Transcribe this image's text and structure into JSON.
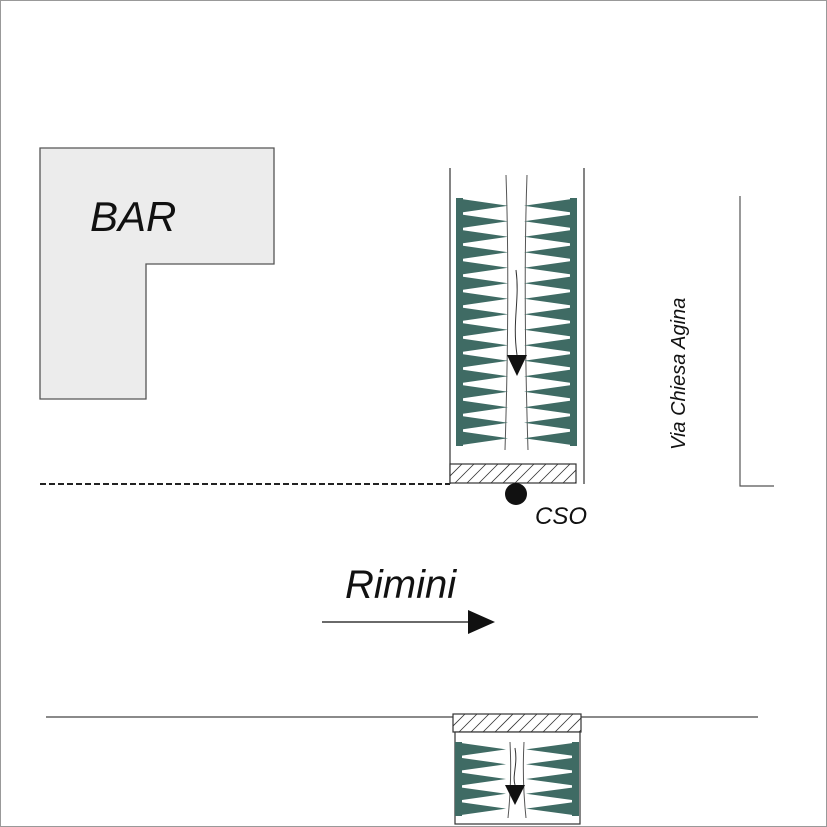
{
  "labels": {
    "bar": "BAR",
    "cso": "CSO",
    "street": "Rimini",
    "side_street": "Via Chiesa Agina"
  },
  "icons": {
    "flow_arrow": "arrow-down-icon",
    "direction_arrow": "arrow-right-icon",
    "outfall_marker": "filled-circle-icon"
  },
  "colors": {
    "building_fill": "#ececec",
    "building_stroke": "#555555",
    "vegetation": "#3f6b64",
    "ink": "#111111"
  }
}
